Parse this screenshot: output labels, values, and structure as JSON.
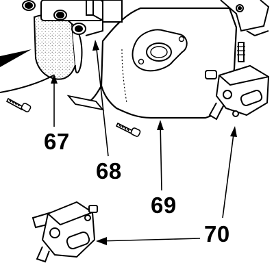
{
  "callouts": {
    "c67": "67",
    "c68": "68",
    "c69": "69",
    "c70": "70"
  },
  "colors": {
    "line": "#000000",
    "fill": "#ffffff",
    "stipple": "#9a9a9a"
  }
}
